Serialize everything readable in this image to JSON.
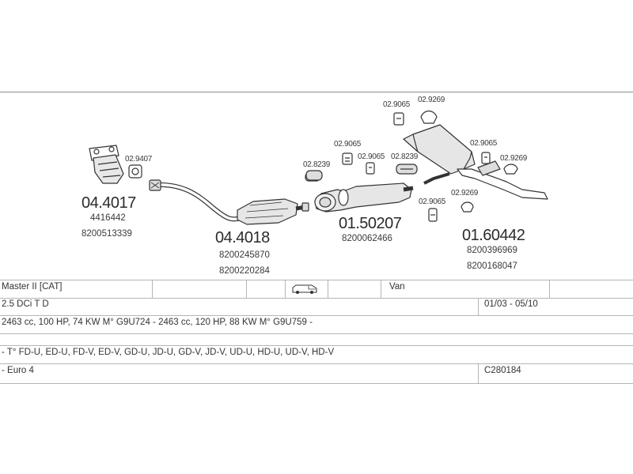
{
  "parts": {
    "p1": {
      "number": "04.4017",
      "codes": [
        "4416442",
        "8200513339"
      ]
    },
    "p2": {
      "number": "04.4018",
      "codes": [
        "8200245870",
        "8200220284"
      ]
    },
    "p3": {
      "number": "01.50207",
      "codes": [
        "8200062466"
      ]
    },
    "p4": {
      "number": "01.60442",
      "codes": [
        "8200396969",
        "8200168047"
      ]
    }
  },
  "clips": {
    "c1": "02.9407",
    "c2": "02.8239",
    "c3": "02.9065",
    "c4": "02.9065",
    "c5": "02.8239",
    "c6": "02.9065",
    "c7": "02.9269",
    "c8": "02.9065",
    "c9": "02.9269",
    "c10": "02.9065",
    "c11": "02.9269"
  },
  "table": {
    "row1": {
      "model": "Master II  [CAT]",
      "body": "Van"
    },
    "row2": {
      "engine": "2.5 DCi T D",
      "years": "01/03 - 05/10"
    },
    "row3": {
      "specs": "2463 cc, 100 HP, 74 KW M° G9U724 - 2463 cc, 120 HP, 88 KW M° G9U759 -"
    },
    "row4": {
      "types": "- T° FD-U, ED-U, FD-V, ED-V, GD-U, JD-U, GD-V, JD-V, UD-U, HD-U, UD-V, HD-V"
    },
    "row5": {
      "norm": "- Euro 4",
      "code": "C280184"
    }
  }
}
